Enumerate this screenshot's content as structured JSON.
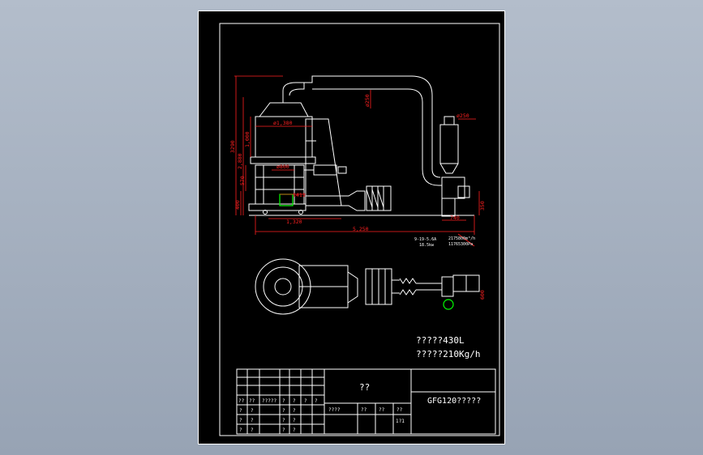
{
  "colors": {
    "background": "#a8b2c2",
    "sheet": "#000000",
    "line": "#ffffff",
    "dimension": "#ff2020",
    "highlight": "#00ff00"
  },
  "dimensions": {
    "h_total": "3290",
    "h_2880": "2,880",
    "h_1000": "1,000",
    "h_570": "570",
    "h_400": "400",
    "dia_1380": "ø1,380",
    "dia_250_top": "ø250",
    "dia_250_side": "ø250",
    "dia_800": "ø800",
    "dim_1411": "1411",
    "dim_1320": "1,320",
    "dim_5250": "5,250",
    "dim_740": "740",
    "dim_350": "350",
    "dim_600": "600"
  },
  "fan_note": {
    "line1": "9-19-5.6A",
    "line2": "18.5kw",
    "line3": "2175800m³/h",
    "line4": "11765300Pa"
  },
  "notes": {
    "volume": "?????430L",
    "capacity": "?????210Kg/h"
  },
  "title_block": {
    "name_cell": "??",
    "drawing_no": "GFG120?????",
    "header_cells": [
      "??",
      "??",
      "?????",
      "?",
      "?",
      "?",
      "?"
    ],
    "row_cells": [
      [
        "?",
        "?",
        "?",
        "?"
      ],
      [
        "?",
        "?",
        "?",
        "?"
      ],
      [
        "?",
        "?",
        "?",
        "?"
      ]
    ],
    "sign_cells": [
      "????",
      "??",
      "??",
      "??"
    ],
    "scale_cell": "1?1"
  }
}
